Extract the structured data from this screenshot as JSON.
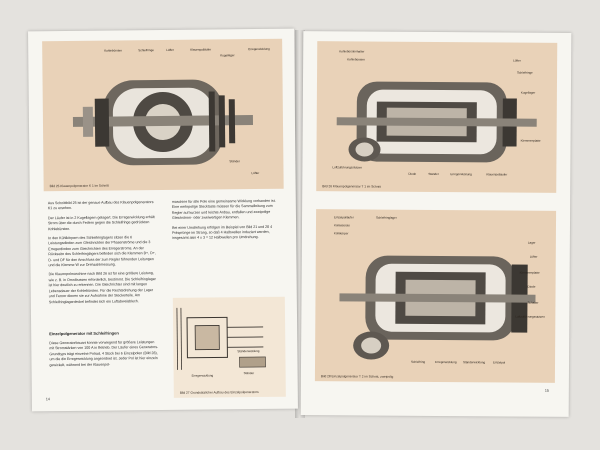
{
  "pages": {
    "left": {
      "page_number": "14",
      "figure_top": {
        "caption": "Bild 25   Klauenpolgenerator K 1 im Schnitt",
        "labels": [
          "Kohlebürsten",
          "Schleifringe",
          "Lüfter",
          "Klauenpolläufer",
          "Kugellager",
          "Erregerwicklung",
          "Ständer",
          "Lüfter"
        ]
      },
      "text_col1": [
        "Aus Schnittbild 25 ist der genaue Aufbau des Klauenpolgenerators K1 zu ersehen.",
        "Der Läufer ist in 2 Kugellagern gelagert. Die Erregerwicklung erhält Strom über die durch Federn gegen die Schleifringe gedrückten Kohlebürsten.",
        "In den Kühlkörpern des Schleifringlagers sitzen die 6 Leistungsdioden zum Gleichrichten der Phasenströme und die 3 Erregerdioden zum Gleichrichten des Erregerstroms. An der Rückseite des Schleifringlagers befinden sich die Klemmen B+, D+, D- und DF für den Anschluss der zum Regler führenden Leitungen und die Klemme W zur Drehzahlmessung.",
        "Die Klauenpolmaschine nach Bild 26 ist für eine größere Leistung, wie z. B. in Omnibussen erforderlich, bestimmt. Die Schleifringlager ist hier deutlich zu erkennen. Die Gleichrichter sind mit langen Lebensdauer der Kohlebürsten. Für die Rechtsdrehung der Lager und Ferner dienen sie zur Aufnahme der Steckerteile. Am Schleifringlagerdeckel befindet sich ein Luftabweisblech."
      ],
      "text_col2": [
        "maschine für alle Pole eine gemeinsame Wicklung vorhanden ist. Eine mehrpolige Stecktaste müssen für die Sammelleitung zum Regler auf kurzen und leichte Anbau, entfallen und zweipolige Gleichstrom- oder zweiwertigen Klemmen.",
        "Bei einer Umdrehung erfolgen im Beispiel von Bild 21 und 28 4 Polsprünge im Strang, so daß 4 Halbwellen induziert werden, insgesamt also 4 x 3 = 12 Halbwellen pro Umdrehung."
      ],
      "heading": "Einzelpolgenerator mit Schleifringen",
      "text_bottom": [
        "Diese Generatorbauart konnte vorwiegend für größere Leistungen mit Stromstärken von 100 A in Betrieb. Der Läufer eines Generators-Grundtyps trägt einzelne Polrad, 4 Stück bei 6 Einzelpolen (Bild 28), um die die Erregerwicklung angeordnet ist. Jeder Pol ist hier einzeln gewickelt, während bei der Klauenpol-"
      ],
      "diagram": {
        "caption": "Bild 27   Grundsätzlicher Aufbau des Einzelpolgenerators",
        "labels": [
          "Erregerwicklung",
          "Ständerwicklung",
          "Ständer"
        ]
      }
    },
    "right": {
      "page_number": "15",
      "figure_top": {
        "caption": "Bild 26   Klauenpolgenerator T 1 im Schnitt",
        "labels": [
          "Kohlebürstenhalter",
          "Kohlebürsten",
          "Lüfter",
          "Schleifringe",
          "Kugellager",
          "Klemmenplatte",
          "Luftzuführungsstutzen",
          "Diode",
          "Ständer",
          "Erregerwicklung",
          "Klauenpolläufer"
        ]
      },
      "figure_bottom": {
        "caption": "Bild 28   Einzelpolgenerator T 2 im Schnitt, zweipolig",
        "labels": [
          "Einzelpolläufer",
          "Schleifringlager",
          "Kohlebürste",
          "Kühlkörper",
          "Lager",
          "Lüfter",
          "Klemmenplatte",
          "Diode",
          "Schalter",
          "Luftzuführungsstutzen",
          "Schleifring",
          "Erregerwicklung",
          "Ständerwicklung",
          "Einzelpol"
        ]
      }
    }
  },
  "colors": {
    "paper": "#f7f6f1",
    "figure_bg": "#e9d2b8",
    "metal": "#6a645c"
  }
}
